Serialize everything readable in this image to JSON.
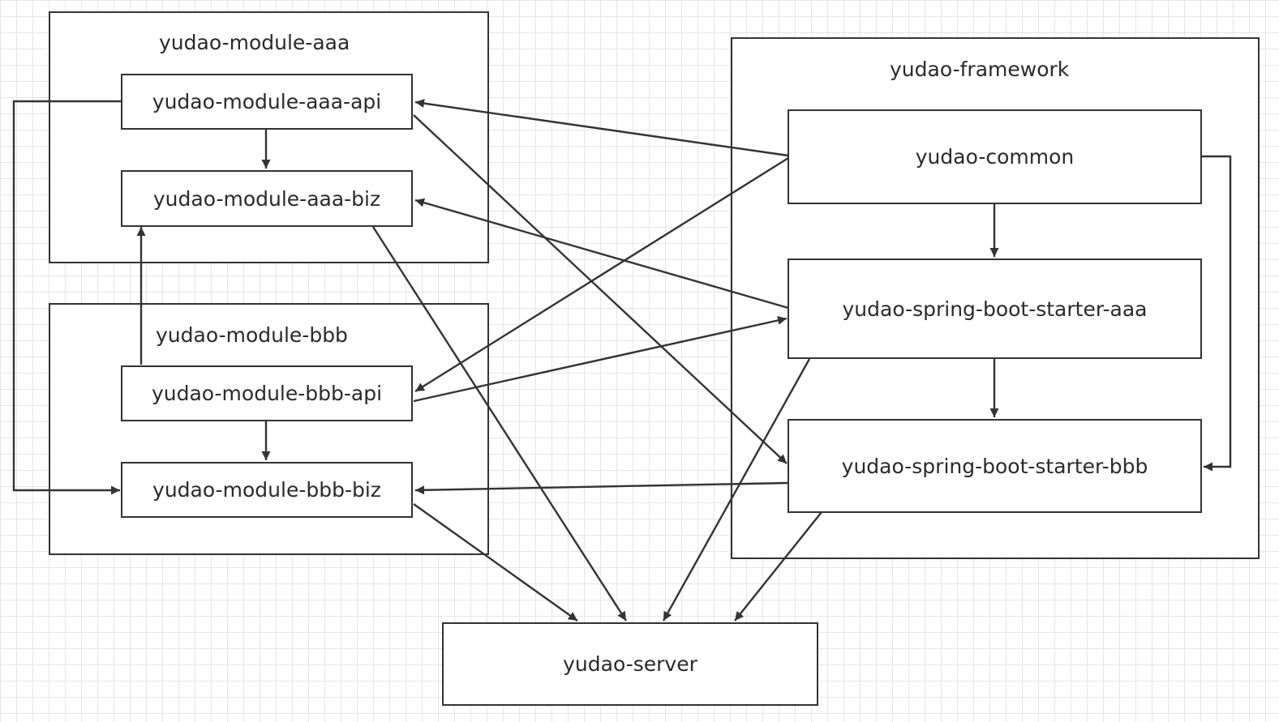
{
  "groups": {
    "module_aaa": "yudao-module-aaa",
    "module_bbb": "yudao-module-bbb",
    "framework": "yudao-framework"
  },
  "nodes": {
    "aaa_api": "yudao-module-aaa-api",
    "aaa_biz": "yudao-module-aaa-biz",
    "bbb_api": "yudao-module-bbb-api",
    "bbb_biz": "yudao-module-bbb-biz",
    "common": "yudao-common",
    "starter_aaa": "yudao-spring-boot-starter-aaa",
    "starter_bbb": "yudao-spring-boot-starter-bbb",
    "server": "yudao-server"
  },
  "edges": [
    {
      "from": "aaa_api",
      "to": "aaa_biz"
    },
    {
      "from": "aaa_api",
      "to": "bbb_biz"
    },
    {
      "from": "aaa_api",
      "to": "starter_bbb"
    },
    {
      "from": "bbb_api",
      "to": "aaa_biz"
    },
    {
      "from": "bbb_api",
      "to": "bbb_biz"
    },
    {
      "from": "bbb_api",
      "to": "starter_aaa"
    },
    {
      "from": "common",
      "to": "aaa_api"
    },
    {
      "from": "common",
      "to": "bbb_api"
    },
    {
      "from": "common",
      "to": "starter_aaa"
    },
    {
      "from": "common",
      "to": "starter_bbb"
    },
    {
      "from": "starter_aaa",
      "to": "aaa_biz"
    },
    {
      "from": "starter_aaa",
      "to": "starter_bbb"
    },
    {
      "from": "starter_aaa",
      "to": "server"
    },
    {
      "from": "starter_bbb",
      "to": "bbb_biz"
    },
    {
      "from": "starter_bbb",
      "to": "server"
    },
    {
      "from": "aaa_biz",
      "to": "server"
    },
    {
      "from": "bbb_biz",
      "to": "server"
    }
  ],
  "colors": {
    "stroke": "#333333",
    "text": "#2a2a2a",
    "grid": "#e6e6e6"
  }
}
